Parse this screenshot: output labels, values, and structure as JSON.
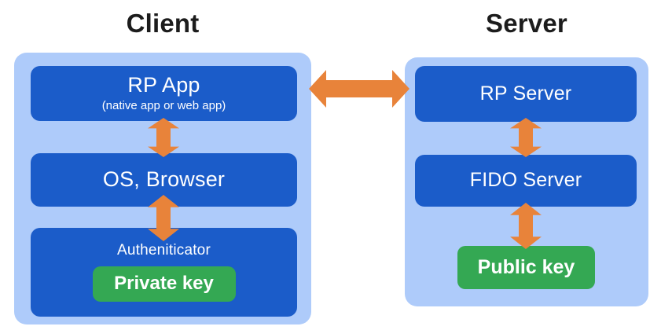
{
  "colors": {
    "container_bg": "#aecbfa",
    "box_bg": "#1b5cc9",
    "key_bg": "#34a853",
    "arrow": "#e8833a",
    "box_text": "#ffffff",
    "title_text": "#1c1c1c"
  },
  "client": {
    "title": "Client",
    "rp_app": {
      "label": "RP App",
      "sublabel": "(native app or web app)"
    },
    "os_browser": {
      "label": "OS, Browser"
    },
    "authenticator": {
      "label": "Autheniticator"
    },
    "private_key": {
      "label": "Private key"
    }
  },
  "server": {
    "title": "Server",
    "rp_server": {
      "label": "RP Server"
    },
    "fido_server": {
      "label": "FIDO Server"
    },
    "public_key": {
      "label": "Public key"
    }
  },
  "icons": {
    "horizontal_arrow": "double-headed-arrow-horizontal",
    "vertical_arrow": "double-headed-arrow-vertical"
  }
}
